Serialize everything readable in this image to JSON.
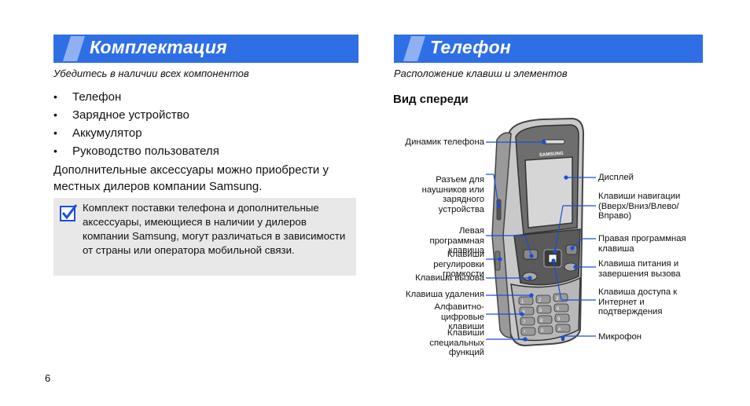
{
  "left": {
    "banner_title": "Комплектация",
    "subtitle": "Убедитесь в наличии всех компонентов",
    "items": [
      {
        "bullet": "•",
        "text": "Телефон"
      },
      {
        "bullet": "•",
        "text": "Зарядное устройство"
      },
      {
        "bullet": "•",
        "text": "Аккумулятор"
      },
      {
        "bullet": "•",
        "text": "Руководство пользователя"
      }
    ],
    "paragraph": "Дополнительные аксессуары можно приобрести у местных дилеров компании Samsung.",
    "note": "Комплект поставки телефона и дополнительные аксессуары, имеющиеся в наличии у дилеров компании Samsung, могут различаться в зависимости от страны или оператора мобильной связи."
  },
  "right": {
    "banner_title": "Телефон",
    "subtitle": "Расположение клавиш и элементов",
    "heading": "Вид спереди",
    "brand": "SAMSUNG",
    "labels_left": [
      "Динамик телефона",
      "Разъем для наушников или зарядного устройства",
      "Левая программная клавиша",
      "Клавиши регулировки громкости",
      "Клавиша вызова",
      "Клавиша удаления",
      "Алфавитно-цифровые клавиши",
      "Клавиши специальных функций"
    ],
    "labels_right": [
      "Дисплей",
      "Клавиши навигации (Вверх/Вниз/Влево/ Вправо)",
      "Правая программная клавиша",
      "Клавиша питания и завершения вызова",
      "Клавиша доступа к Интернет и подтверждения",
      "Микрофон"
    ],
    "keys": [
      "1",
      "2",
      "3",
      "4",
      "5",
      "6",
      "7",
      "8",
      "9",
      "*",
      "0",
      "#"
    ]
  },
  "page_number": "6",
  "colors": {
    "banner": "#2f6fe6",
    "note_bg": "#e8e8e8",
    "callout": "#1a4fd6"
  }
}
